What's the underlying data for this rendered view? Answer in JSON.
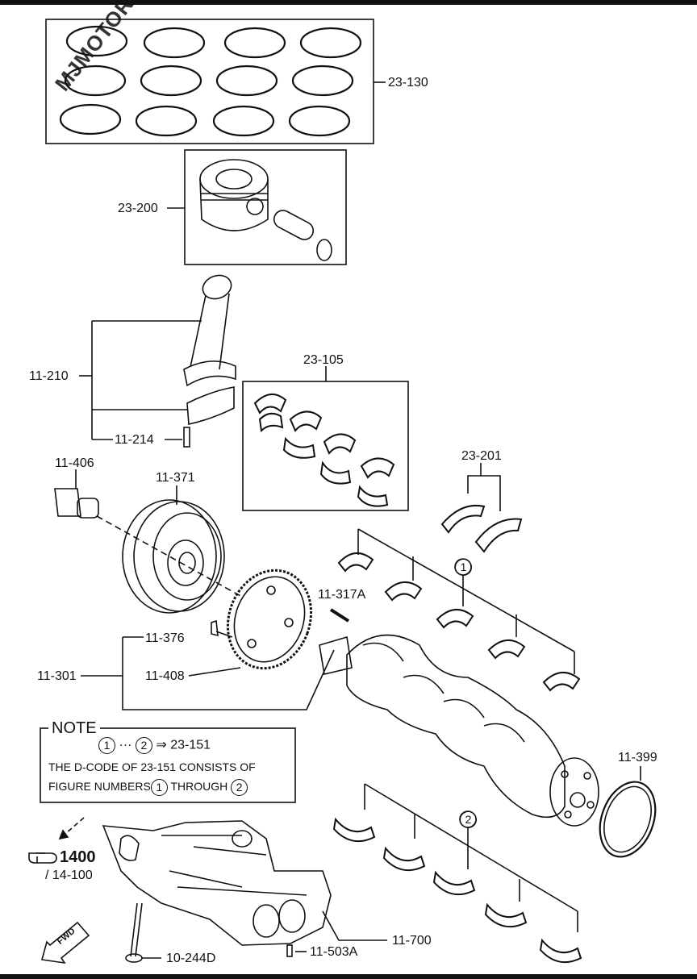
{
  "watermark": "MJMOTOR",
  "labels": {
    "l_23_130": "23-130",
    "l_23_200": "23-200",
    "l_11_210": "11-210",
    "l_11_214": "11-214",
    "l_23_105": "23-105",
    "l_11_406": "11-406",
    "l_11_371": "11-371",
    "l_23_201": "23-201",
    "l_11_317A": "11-317A",
    "l_11_376": "11-376",
    "l_11_301": "11-301",
    "l_11_408": "11-408",
    "l_11_399": "11-399",
    "l_1400": "1400",
    "l_14_100": "/ 14-100",
    "l_10_244D": "10-244D",
    "l_11_503A": "11-503A",
    "l_11_700": "11-700",
    "fwd": "FWD",
    "circle_1": "1",
    "circle_2": "2"
  },
  "note": {
    "title": "NOTE",
    "line1_ellipsis": "···",
    "line1_arrow": "⇒",
    "line1_ref": "23-151",
    "line2": "THE D-CODE OF  23-151  CONSISTS OF",
    "line3_a": "FIGURE NUMBERS",
    "line3_b": "THROUGH",
    "num1": "1",
    "num2": "2"
  },
  "colors": {
    "ink": "#111111",
    "paper": "#ffffff"
  }
}
